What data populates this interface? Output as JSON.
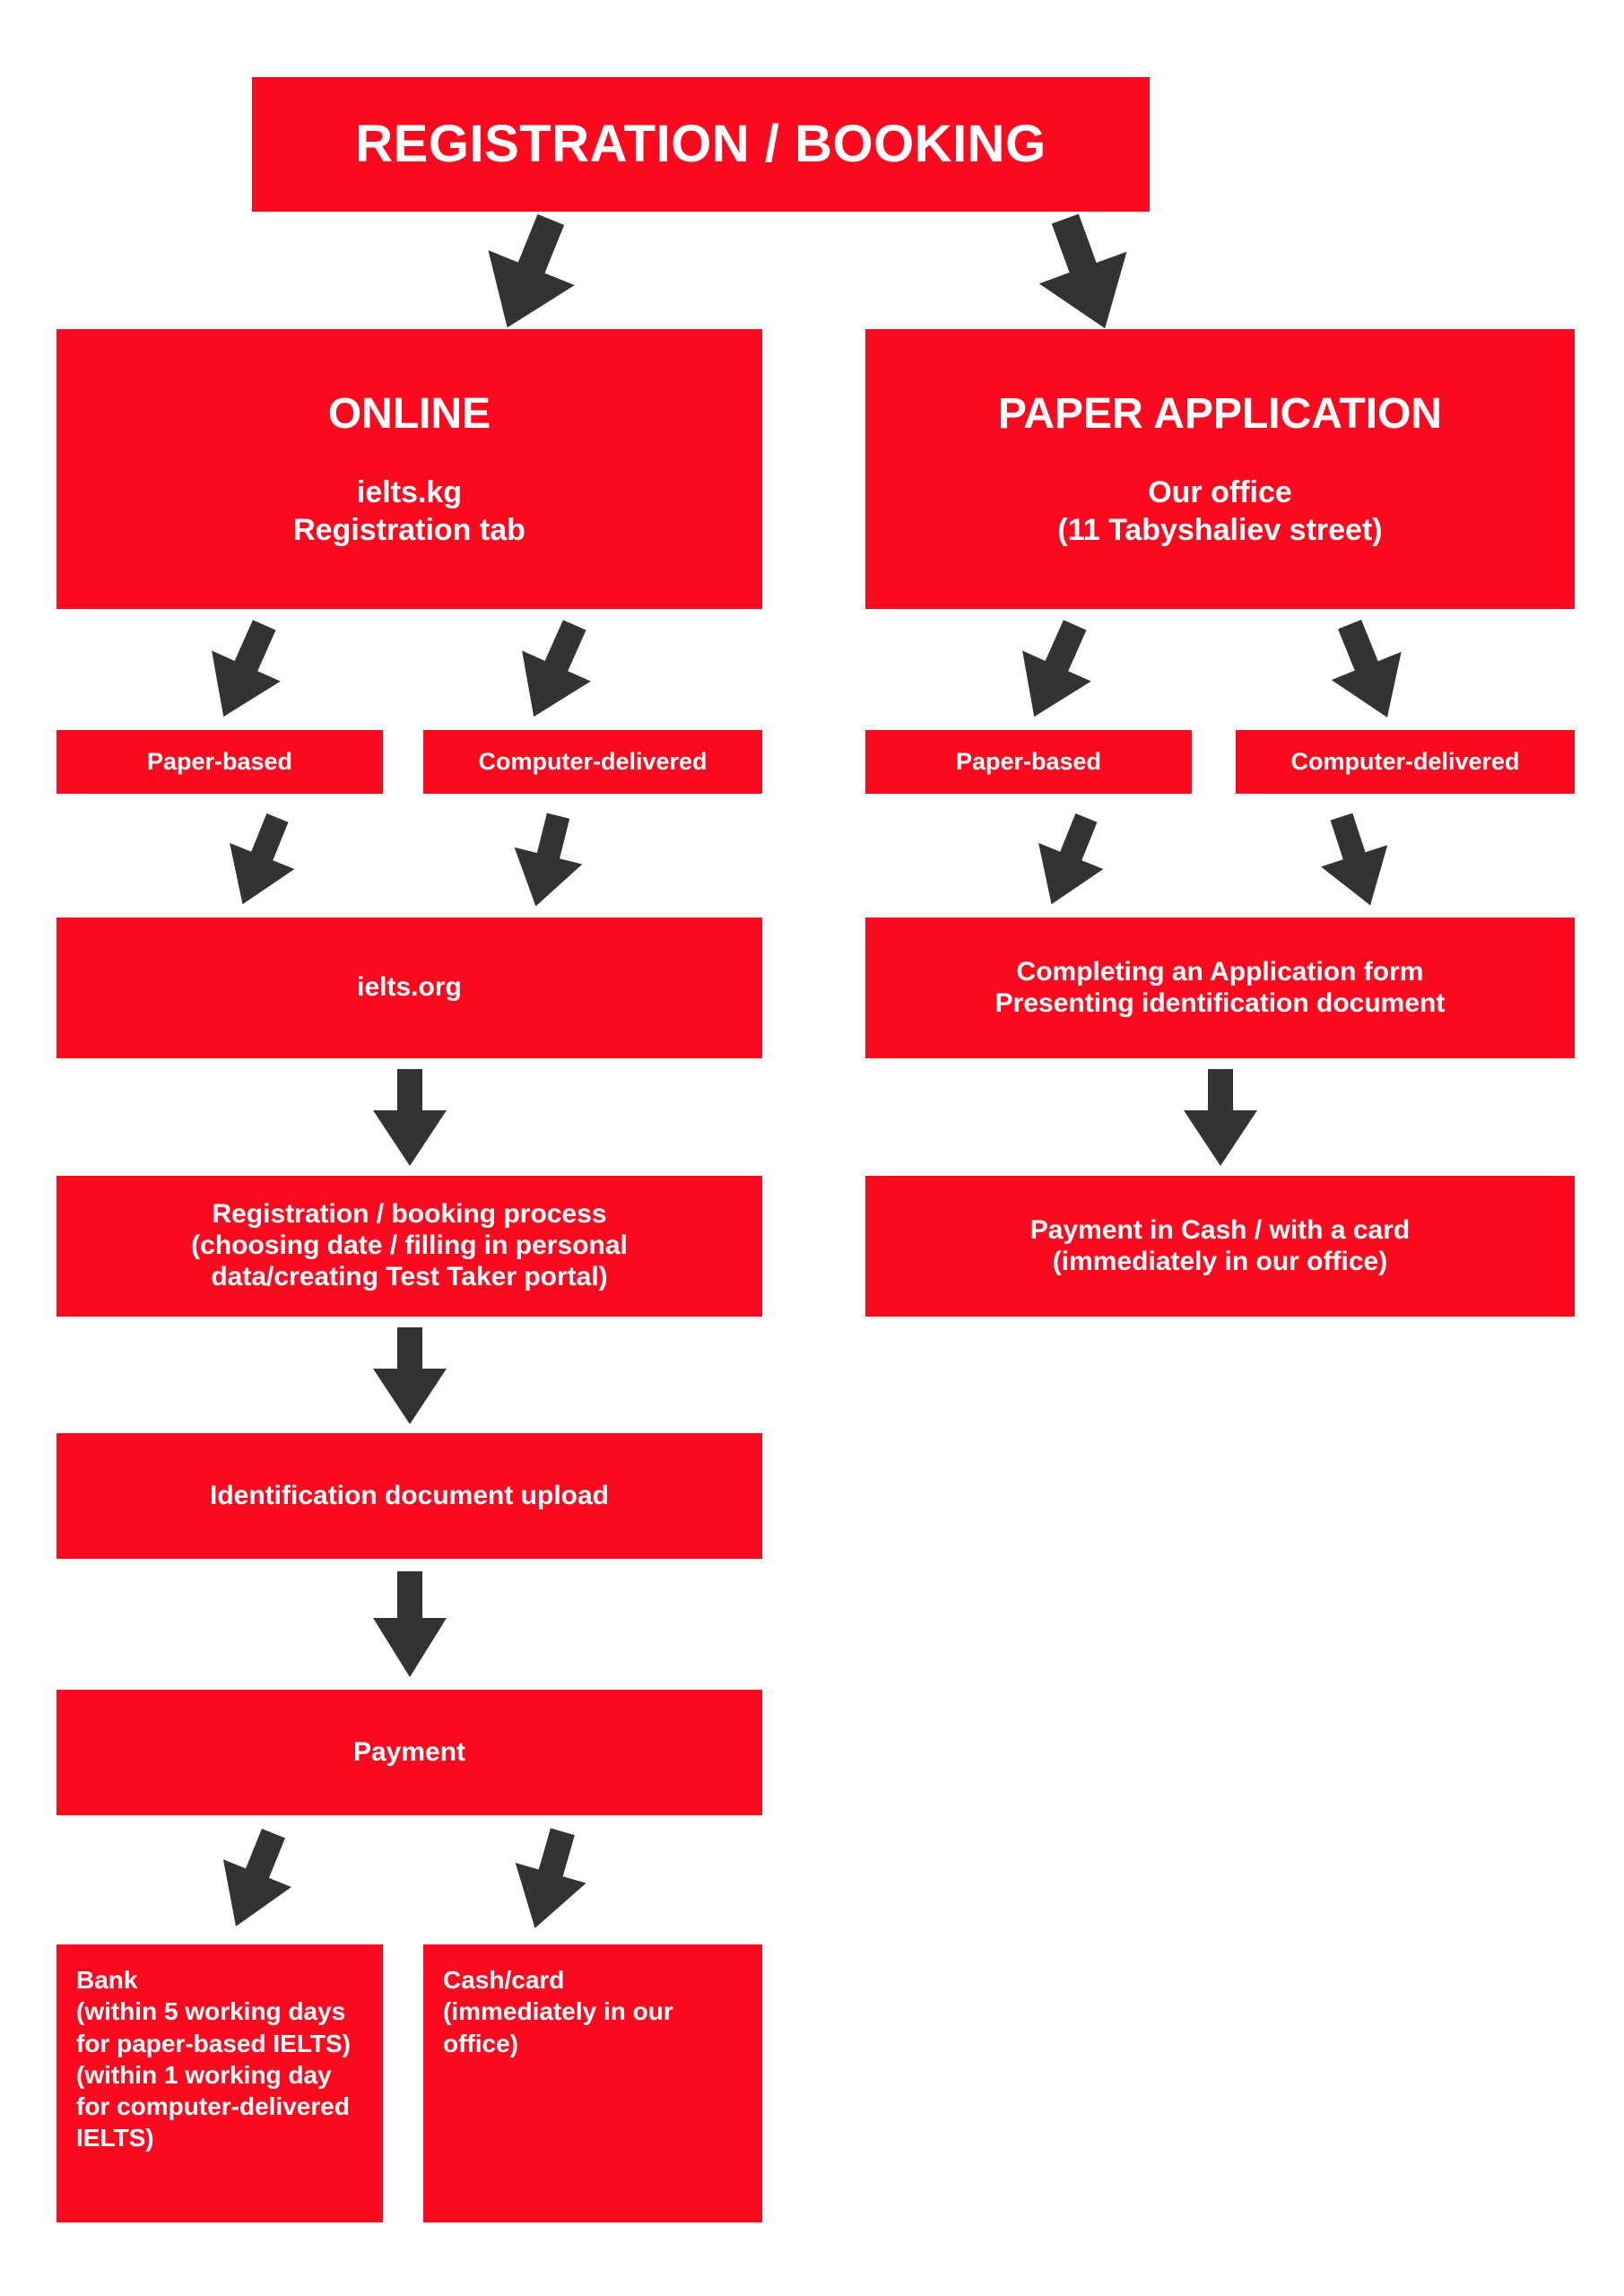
{
  "diagram": {
    "title": "REGISTRATION / BOOKING",
    "background_color": "#ffffff",
    "box_color": "#fa0a1e",
    "box_text_color": "#ffffff",
    "arrow_color": "#333333"
  },
  "header": {
    "label": "REGISTRATION / BOOKING"
  },
  "branch_online": {
    "title": "ONLINE",
    "sub_line1": "ielts.kg",
    "sub_line2": "Registration tab",
    "format_paper": "Paper-based",
    "format_computer": "Computer-delivered",
    "site": "ielts.org",
    "process_line1": "Registration / booking process",
    "process_line2": "(choosing date / filling in personal",
    "process_line3": "data/creating Test Taker portal)",
    "id_upload": "Identification document upload",
    "payment": "Payment",
    "bank": "Bank\n(within 5 working days for paper-based IELTS)\n(within 1 working day for computer-delivered IELTS)",
    "cash_card": "Cash/card\n(immediately in our office)"
  },
  "branch_paper": {
    "title": "PAPER APPLICATION",
    "sub_line1": "Our office",
    "sub_line2": "(11 Tabyshaliev street)",
    "format_paper": "Paper-based",
    "format_computer": "Computer-delivered",
    "form_line1": "Completing an Application form",
    "form_line2": "Presenting identification document",
    "payment_line1": "Payment in Cash / with a card",
    "payment_line2": "(immediately in our office)"
  }
}
